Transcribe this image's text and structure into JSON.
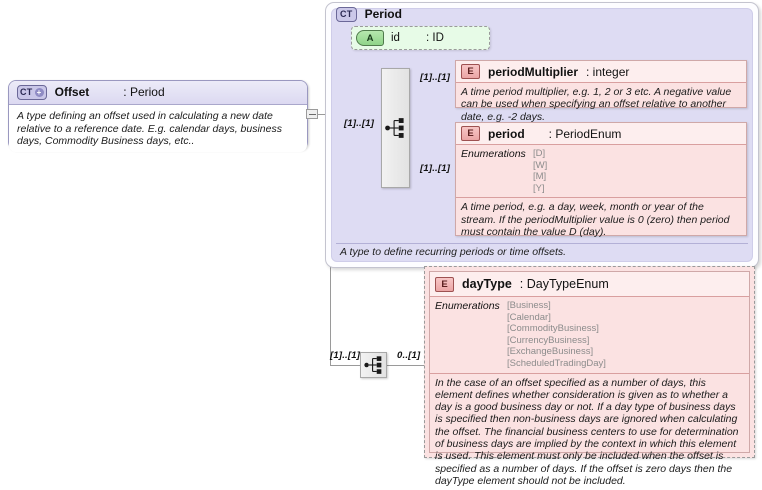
{
  "diagram": {
    "type": "xsd-schema-diagram",
    "offset": {
      "badge": "CT",
      "badge_expand": "+",
      "name": "Offset",
      "type": ": Period",
      "documentation": "A type defining an offset used in calculating a new date relative to a reference date. E.g. calendar days, business days, Commodity Business days, etc.."
    },
    "period": {
      "badge": "CT",
      "name": "Period",
      "footer": "A type to define recurring periods or time offsets.",
      "attribute": {
        "badge": "A",
        "name": "id",
        "type": ": ID"
      },
      "elements": [
        {
          "badge": "E",
          "name": "periodMultiplier",
          "type": ": integer",
          "documentation": "A time period multiplier, e.g. 1, 2 or 3 etc. A negative value can be used when specifying an offset relative to another date, e.g. -2 days."
        },
        {
          "badge": "E",
          "name": "period",
          "type": ": PeriodEnum",
          "enum_label": "Enumerations",
          "enumerations": [
            "[D]",
            "[W]",
            "[M]",
            "[Y]"
          ],
          "documentation": "A time period, e.g. a day, week, month or year of the stream. If the periodMultiplier value is 0 (zero) then period must contain the value D (day)."
        }
      ]
    },
    "dayType": {
      "badge": "E",
      "name": "dayType",
      "type": ": DayTypeEnum",
      "enum_label": "Enumerations",
      "enumerations": [
        "[Business]",
        "[Calendar]",
        "[CommodityBusiness]",
        "[CurrencyBusiness]",
        "[ExchangeBusiness]",
        "[ScheduledTradingDay]"
      ],
      "documentation": "In the case of an offset specified as a number of days, this element defines whether consideration is given as to whether a day is a good business day or not. If a day type of business days is specified then non-business days are ignored when calculating the offset. The financial business centers to use for determination of business days are implied by the context in which this element is used. This element must only be included when the offset is specified as a number of days. If the offset is zero days then the dayType element should not be included."
    },
    "cardinalities": {
      "offset_to_sequence": "[1]..[1]",
      "sequence_to_periodMultiplier": "[1]..[1]",
      "sequence_to_period": "[1]..[1]",
      "offset_to_dayType_sequence": "[1]..[1]",
      "dayType_occurs": "0..[1]"
    },
    "icons": {
      "sequence": "sequence-compositor-icon",
      "toggle": "collapse-toggle-icon"
    },
    "colors": {
      "complextype_bg": "#dedcf3",
      "element_bg": "#fbe2e2",
      "attribute_bg": "#e7fbe7",
      "line": "#9a9a9a"
    }
  }
}
